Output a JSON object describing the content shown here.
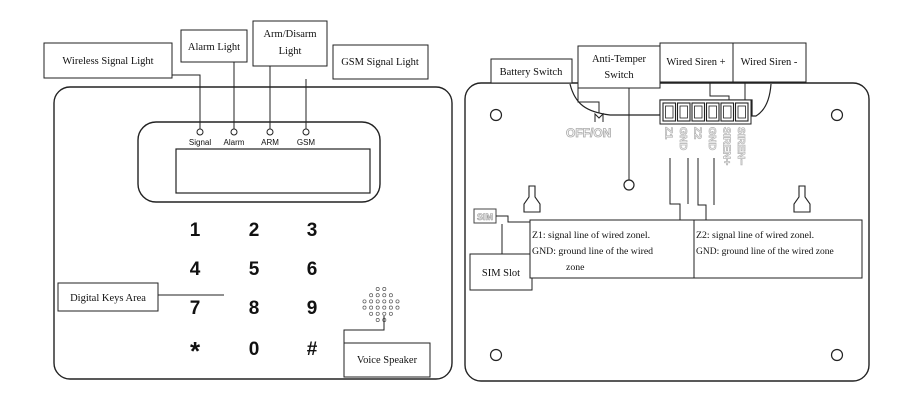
{
  "front_panel": {
    "callouts": {
      "wireless_signal_light": "Wireless Signal Light",
      "alarm_light": "Alarm Light",
      "arm_disarm_light_line1": "Arm/Disarm",
      "arm_disarm_light_line2": "Light",
      "gsm_signal_light": "GSM Signal Light",
      "digital_keys_area": "Digital Keys Area",
      "voice_speaker": "Voice Speaker"
    },
    "indicators": {
      "signal": "Signal",
      "alarm": "Alarm",
      "arm": "ARM",
      "gsm": "GSM"
    },
    "keys": [
      "1",
      "2",
      "3",
      "4",
      "5",
      "6",
      "7",
      "8",
      "9",
      "*",
      "0",
      "#"
    ]
  },
  "back_panel": {
    "callouts": {
      "battery_switch": "Battery Switch",
      "anti_temper_line1": "Anti-Temper",
      "anti_temper_line2": "Switch",
      "wired_siren_plus": "Wired Siren +",
      "wired_siren_minus": "Wired Siren -",
      "sim_slot": "SIM Slot"
    },
    "switch_label": "OFF/ON",
    "sim_tag": "SIM",
    "terminals": [
      "Z1",
      "GND",
      "Z2",
      "GND",
      "SIREN+",
      "SIREN−"
    ],
    "notes": {
      "z1_line1": "Z1: signal line of wired zonel.",
      "z1_line2": "GND: ground line of the wired",
      "z1_line3": "zone",
      "z2_line1": "Z2: signal line of wired zonel.",
      "z2_line2": "GND: ground line of the wired zone"
    }
  },
  "colors": {
    "stroke": "#222222",
    "terminal_text": "#b8b8b8",
    "text": "#111111"
  }
}
